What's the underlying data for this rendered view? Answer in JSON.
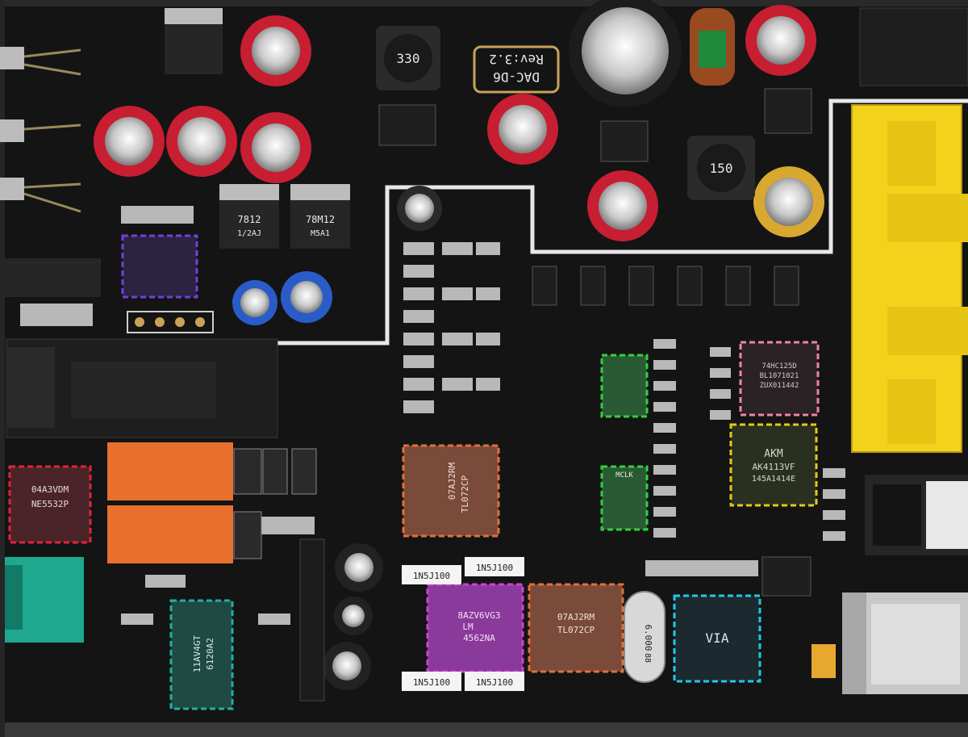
{
  "board": {
    "label_line1": "DAC-D6",
    "label_line2": "Rev:3.2",
    "label_border_color": "#c9a25a"
  },
  "inductors": {
    "small": "330",
    "large": "150"
  },
  "regulators": {
    "left": {
      "line1": "7812",
      "line2": "1/2AJ"
    },
    "right": {
      "line1": "78M12",
      "line2": "M5A1"
    }
  },
  "resistor_labels": {
    "r1": "1N5J100",
    "r2": "1N5J100",
    "r3": "1N5J100",
    "r4": "1N5J100"
  },
  "crystal": {
    "line1": "6.000",
    "line2": "88"
  },
  "chips": {
    "ne5532": {
      "line1": "04A3VDM",
      "line2": "NE5532P",
      "outline_color": "#e0243a"
    },
    "tl072_top": {
      "line1": "07AJ2RM",
      "line2": "TL072CP",
      "outline_color": "#e0703a"
    },
    "lm4562": {
      "line1": "8AZV6VG3",
      "line2": "LM",
      "line3": "4562NA",
      "outline_color": "#d040d8"
    },
    "tl072_bottom": {
      "line1": "07AJ2RM",
      "line2": "TL072CP",
      "outline_color": "#e0703a"
    },
    "ak4113": {
      "brand": "AKM",
      "line1": "AK4113VF",
      "line2": "145A1414E",
      "outline_color": "#e8c814"
    },
    "hc125": {
      "line1": "74HC125D",
      "line2": "BL1071021",
      "line3": "ZUX011442",
      "outline_color": "#f080b0"
    },
    "ti_buffer": {
      "line1": "11AV4GT",
      "line2": "6120A2",
      "outline_color": "#20b0a0"
    },
    "usb_controller": {
      "line1": "VIA",
      "outline_color": "#20c8e8"
    },
    "purple_top": {
      "outline_color": "#7040e0"
    },
    "green_oscillator_1": {
      "outline_color": "#30d040"
    },
    "green_oscillator_2": {
      "label": "MCLK",
      "outline_color": "#30d040"
    }
  },
  "colors": {
    "pcb": "#141414",
    "trace_white": "#e8e8e8",
    "rca_yellow": "#f4d21c",
    "relay_orange": "#e8702c",
    "cap_red": "#c81e32",
    "cap_blue": "#2a5cc8",
    "cap_gold": "#d8a830"
  }
}
